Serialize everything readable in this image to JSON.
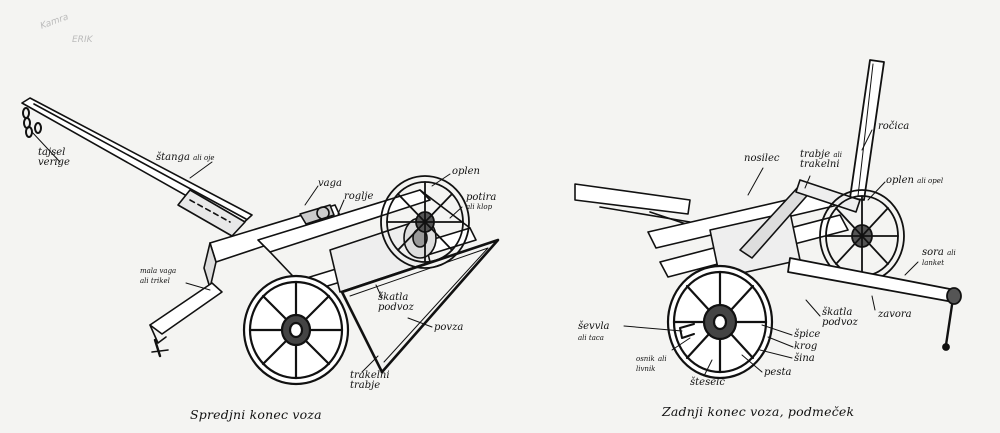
{
  "watermark": {
    "text_top": "Kamra",
    "text_bottom": "ERIK",
    "color": "#bdbdbd"
  },
  "front": {
    "caption": "Spredjni konec voza",
    "labels": {
      "tajsel": "tajsel",
      "verige": "verige",
      "stanga": "štanga",
      "stanga_small": "ali oje",
      "vaga": "vaga",
      "roglje": "roglje",
      "oplen": "oplen",
      "potira": "potira",
      "potira_small": "ali klop",
      "mala_vaga": "mala vaga",
      "ali_trikel": "ali trikel",
      "skatla": "škatla",
      "podvoz": "podvoz",
      "povza": "povza",
      "trakelni": "trakelni",
      "trabje": "trabje"
    }
  },
  "rear": {
    "caption": "Zadnji konec voza, podmeček",
    "labels": {
      "rocica": "ročica",
      "nosilec": "nosilec",
      "trabje": "trabje",
      "trabje_small": "ali",
      "trakelni": "trakelni",
      "oplen": "oplen",
      "oplen_small": "ali opel",
      "sora": "sora",
      "sora_small": "ali",
      "lanket": "lanket",
      "zavora": "zavora",
      "skatla": "škatla",
      "podvoz": "podvoz",
      "spice": "špice",
      "krog": "krog",
      "sina": "šina",
      "pesta": "pesta",
      "stesele": "šteselc",
      "osnik": "osnik",
      "osnik_small": "ali",
      "livnik": "livnik",
      "svevla": "ševvla",
      "svevla_small": "ali taca"
    }
  }
}
